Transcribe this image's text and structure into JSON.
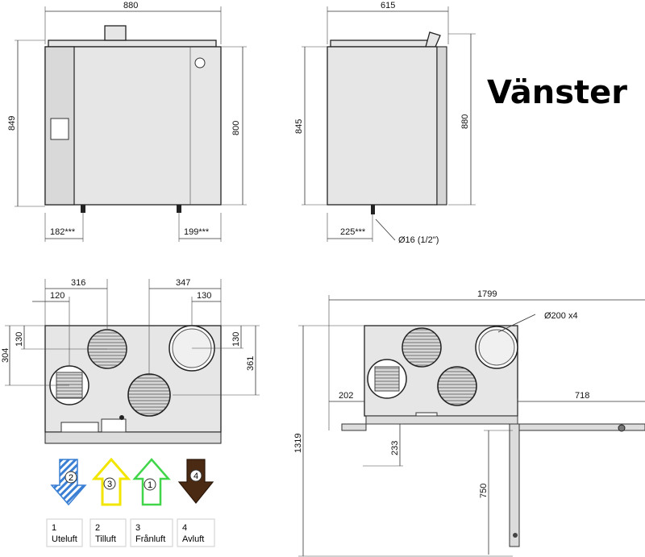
{
  "title": "Vänster",
  "views": {
    "front": {
      "width": "880",
      "height_total": "849",
      "height_body": "800",
      "left_offset": "182***",
      "right_offset": "199***"
    },
    "side": {
      "width": "615",
      "height_body": "845",
      "height_total": "880",
      "offset": "225***",
      "drain": "Ø16 (1/2\")"
    },
    "top": {
      "left_spacing": "316",
      "right_spacing": "347",
      "left_inset": "120",
      "right_inset": "130",
      "top_offset_left": "130",
      "top_offset_right": "130",
      "height_left": "304",
      "height_right": "361"
    },
    "installation": {
      "total_width": "1799",
      "ducts": "Ø200 x4",
      "left_clearance": "202",
      "right_clearance": "718",
      "total_height": "1319",
      "leg_gap": "233",
      "leg_height": "750"
    }
  },
  "legend": [
    {
      "num": "1",
      "label": "Uteluft",
      "color": "#3a7fd4",
      "circle": "2"
    },
    {
      "num": "2",
      "label": "Tilluft",
      "color": "#f2e600",
      "circle": "3"
    },
    {
      "num": "3",
      "label": "Frånluft",
      "color": "#41d64a",
      "circle": "1"
    },
    {
      "num": "4",
      "label": "Avluft",
      "color": "#4a2a12",
      "circle": "4"
    }
  ]
}
